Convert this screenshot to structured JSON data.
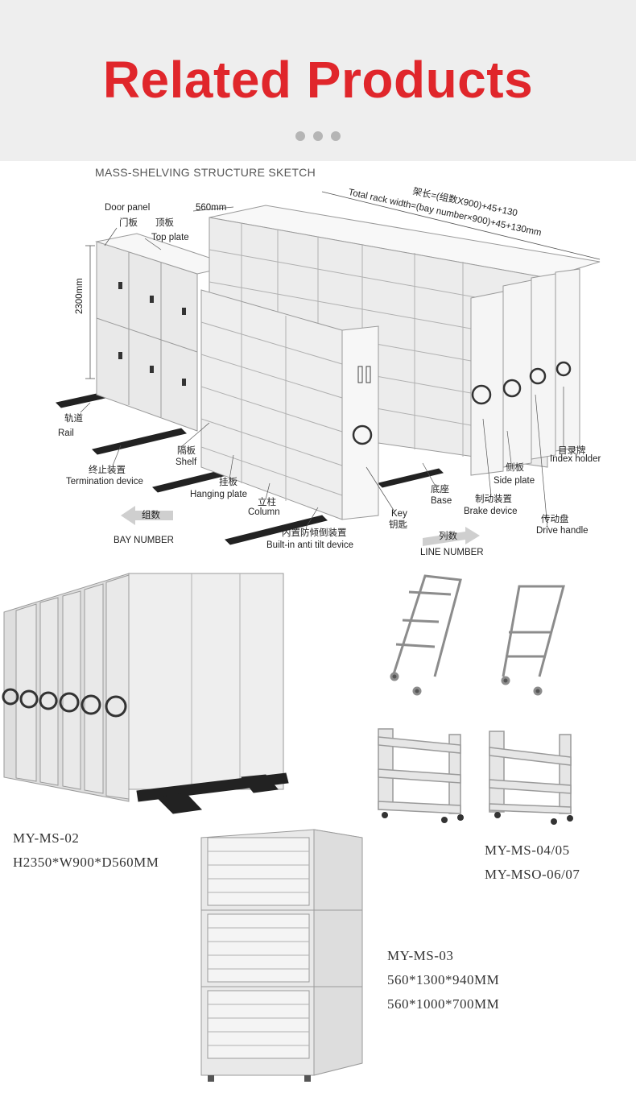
{
  "header": {
    "title": "Related Products",
    "dots": 3
  },
  "sketch": {
    "title": "MASS-SHELVING STRUCTURE SKETCH",
    "dim_560": "560mm",
    "dim_2300": "2300mm",
    "total_width_cn": "架长=(组数X900)+45+130",
    "total_width_en": "Total rack width=(bay number×900)+45+130mm",
    "labels": {
      "door_panel": "Door panel",
      "door_panel_cn": "门板",
      "top_plate_cn": "顶板",
      "top_plate": "Top plate",
      "rail_cn": "轨道",
      "rail": "Rail",
      "termination_cn": "终止装置",
      "termination": "Termination device",
      "shelf_cn": "隔板",
      "shelf": "Shelf",
      "hanging_cn": "挂板",
      "hanging": "Hanging plate",
      "column_cn": "立柱",
      "column": "Column",
      "anti_tilt_cn": "内置防倾倒装置",
      "anti_tilt": "Built-in anti tilt device",
      "key": "Key",
      "key_cn": "钥匙",
      "base_cn": "底座",
      "base": "Base",
      "brake_cn": "制动装置",
      "brake": "Brake device",
      "side_plate_cn": "侧板",
      "side_plate": "Side plate",
      "index_holder_cn": "目录牌",
      "index_holder": "Index holder",
      "drive_handle_cn": "传动盘",
      "drive_handle": "Drive handle",
      "bay_number_cn": "组数",
      "bay_number": "BAY NUMBER",
      "line_number_cn": "列数",
      "line_number": "LINE NUMBER"
    }
  },
  "products": {
    "ms02_model": "MY-MS-02",
    "ms02_size": "H2350*W900*D560MM",
    "ms0405_model": "MY-MS-04/05",
    "ms0607_model": "MY-MSO-06/07",
    "ms03_model": "MY-MS-03",
    "ms03_size_a": "560*1300*940MM",
    "ms03_size_b": "560*1000*700MM"
  },
  "colors": {
    "title_red": "#e0262b",
    "header_bg": "#eeeeee",
    "dot_gray": "#b5b5b5"
  }
}
